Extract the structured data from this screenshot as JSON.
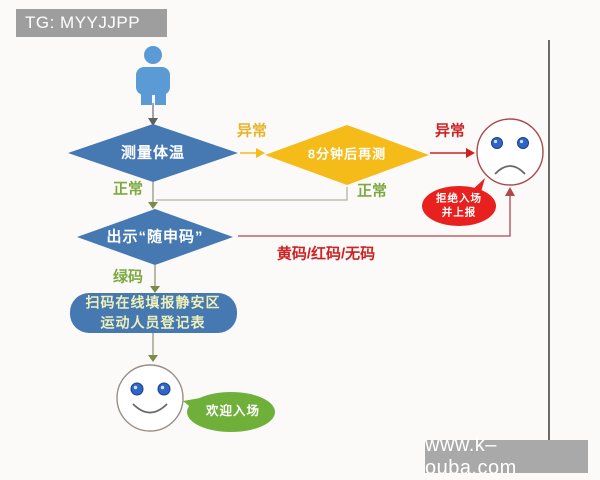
{
  "badge": {
    "text": "TG: MYYJJPP"
  },
  "watermark": {
    "text": "www.k–ouba.com"
  },
  "colors": {
    "diamond_blue": "#4678b2",
    "person_blue": "#5b9bd5",
    "warn_yellow": "#f5bb18",
    "ok_green": "#7ca942",
    "alert_red": "#cc2222",
    "bubble_red": "#e8201e",
    "bubble_green": "#6fb03a",
    "flow_line": "#9aa083",
    "flow_arrow": "#7c8a4e"
  },
  "flowchart": {
    "nodes": {
      "measure": {
        "label": "测量体温"
      },
      "retest": {
        "label": "8分钟后再测"
      },
      "show_code": {
        "label": "出示“随申码”"
      },
      "register": {
        "line1": "扫码在线填报静安区",
        "line2": "运动人员登记表"
      },
      "reject": {
        "line1": "拒绝入场",
        "line2": "并上报"
      },
      "welcome": {
        "label": "欢迎入场"
      }
    },
    "edges": {
      "abnormal_first": "异常",
      "abnormal_second": "异常",
      "normal_first": "正常",
      "normal_second": "正常",
      "green_code": "绿码",
      "bad_codes": "黄码/红码/无码"
    }
  }
}
